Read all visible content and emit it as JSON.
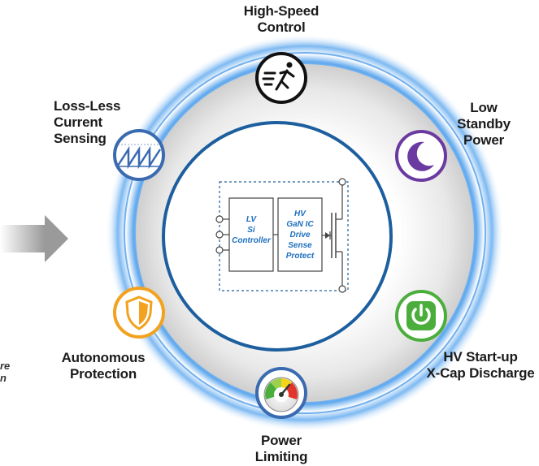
{
  "features": {
    "high_speed": {
      "line1": "High-Speed",
      "line2": "Control",
      "icon": "running-man-icon",
      "color": "#111111"
    },
    "low_standby": {
      "line1": "Low",
      "line2": "Standby",
      "line3": "Power",
      "icon": "moon-icon",
      "color": "#6a3aa0"
    },
    "hv_startup": {
      "line1": "HV Start-up",
      "line2": "X-Cap Discharge",
      "icon": "power-icon",
      "color": "#4bae3c"
    },
    "power_limiting": {
      "line1": "Power",
      "line2": "Limiting",
      "icon": "gauge-icon",
      "color": "#3a6bb0"
    },
    "autonomous": {
      "line1": "Autonomous",
      "line2": "Protection",
      "icon": "shield-icon",
      "color": "#f2a21e"
    },
    "lossless": {
      "line1": "Loss-Less",
      "line2": "Current",
      "line3": "Sensing",
      "icon": "sawtooth-icon",
      "color": "#3a6bb0"
    }
  },
  "center": {
    "lv_block": [
      "LV",
      "Si",
      "Controller"
    ],
    "hv_block": [
      "HV",
      "GaN IC",
      "Drive",
      "Sense",
      "Protect"
    ]
  },
  "cutoff_text": {
    "line1": "re",
    "line2": "n"
  }
}
